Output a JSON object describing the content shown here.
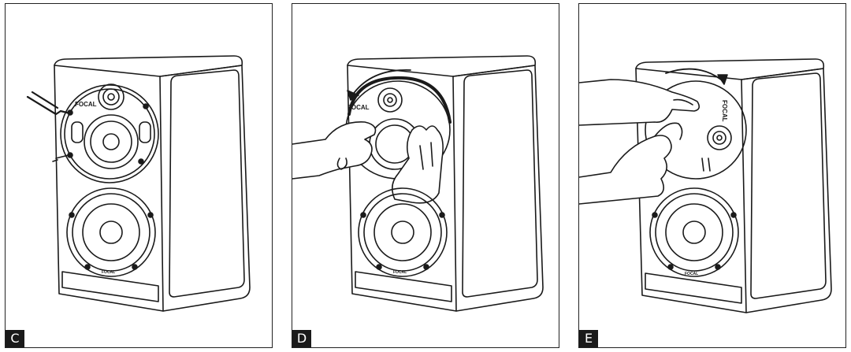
{
  "panels": [
    {
      "label": "C",
      "grille_logo": "FOCAL",
      "woofer_logo": "FOCAL"
    },
    {
      "label": "D",
      "grille_logo": "FOCAL",
      "woofer_logo": "FOCAL"
    },
    {
      "label": "E",
      "grille_logo": "FOCAL",
      "woofer_logo": "FOCAL"
    }
  ]
}
